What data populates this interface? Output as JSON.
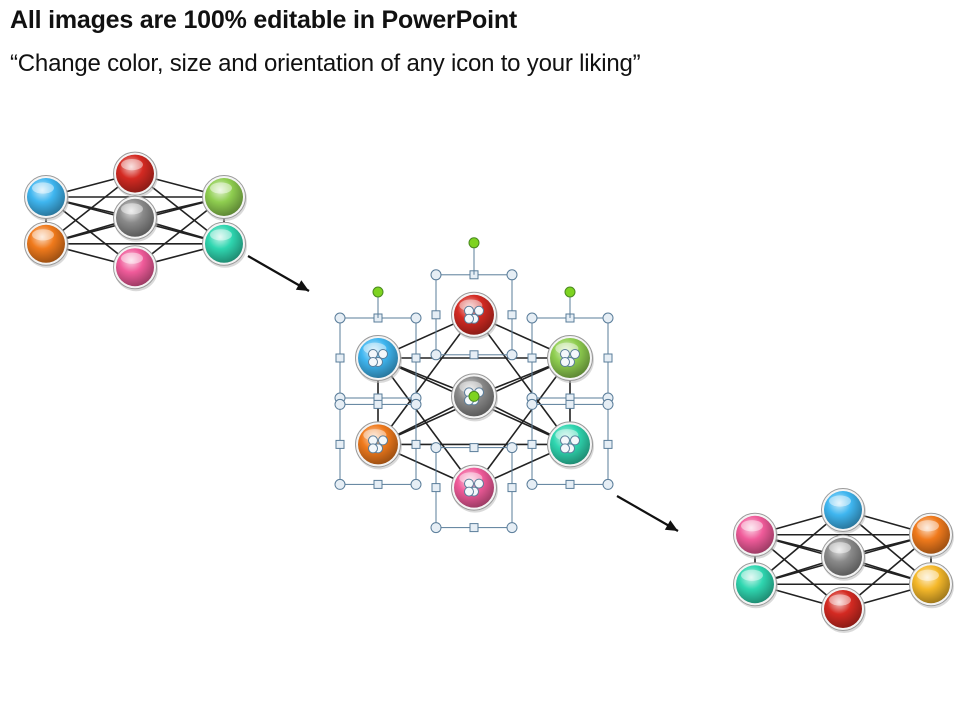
{
  "slide": {
    "title": "All images are 100% editable in PowerPoint",
    "subtitle": "“Change color, size and orientation of any icon to your liking”"
  },
  "colors": {
    "line": "#222222",
    "blue": "#3fb6f0",
    "red": "#d42a22",
    "green": "#8fce50",
    "gray": "#8a8a8a",
    "orange": "#f07a1c",
    "teal": "#2fd6b0",
    "pink": "#f05b9a",
    "yellow": "#f5b82a",
    "handle_green": "#7ed321",
    "selection": "#5a7d9a"
  },
  "diagrams": [
    {
      "name": "original",
      "node_colors": [
        "red",
        "blue",
        "green",
        "gray",
        "orange",
        "teal",
        "pink"
      ]
    },
    {
      "name": "selected",
      "node_colors": [
        "red",
        "blue",
        "green",
        "gray",
        "orange",
        "teal",
        "pink"
      ]
    },
    {
      "name": "recolored",
      "node_colors": [
        "blue",
        "pink",
        "orange",
        "gray",
        "teal",
        "yellow",
        "red"
      ]
    }
  ]
}
